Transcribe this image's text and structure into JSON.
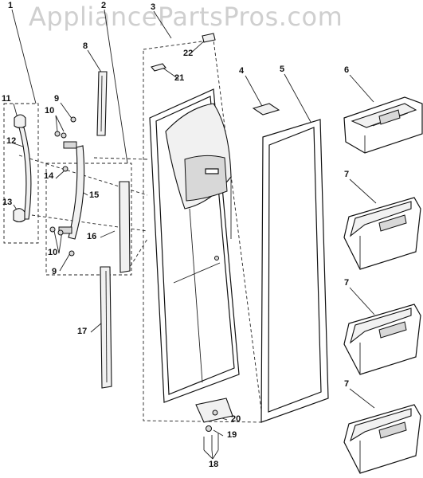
{
  "watermark": {
    "text": "AppliancePartsPros.com"
  },
  "callouts": {
    "c1": "1",
    "c2": "2",
    "c3": "3",
    "c4": "4",
    "c5": "5",
    "c6": "6",
    "c7a": "7",
    "c7b": "7",
    "c7c": "7",
    "c8": "8",
    "c9a": "9",
    "c9b": "9",
    "c10a": "10",
    "c10b": "10",
    "c11": "11",
    "c12": "12",
    "c13": "13",
    "c14": "14",
    "c15": "15",
    "c16": "16",
    "c17": "17",
    "c18": "18",
    "c19": "19",
    "c20": "20",
    "c21": "21",
    "c22": "22"
  }
}
